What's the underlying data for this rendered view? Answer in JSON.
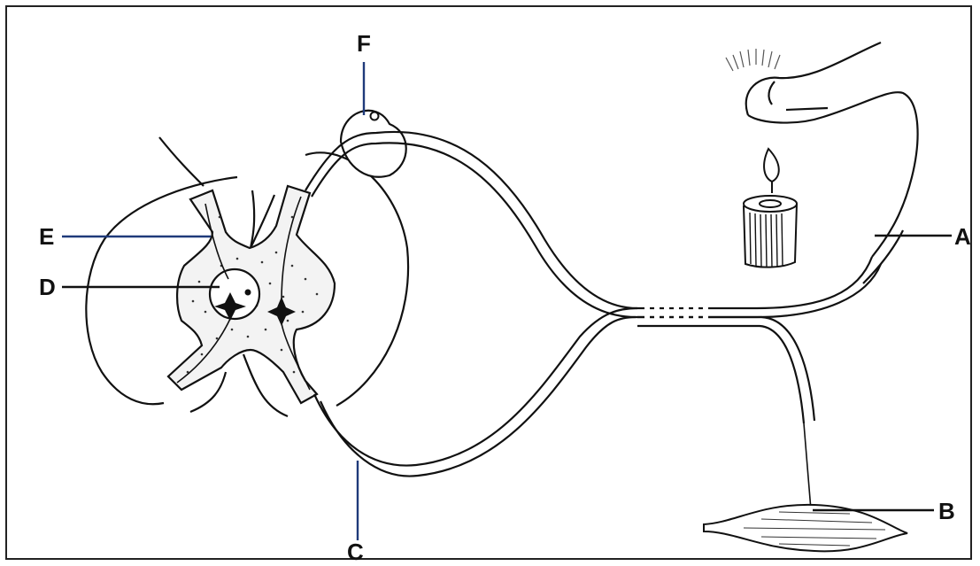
{
  "diagram": {
    "labels": {
      "A": "A",
      "B": "B",
      "C": "C",
      "D": "D",
      "E": "E",
      "F": "F"
    },
    "colors": {
      "ink": "#111111",
      "leader_blue": "#1f3a7a",
      "grey_matter_fill": "#f3f3f3"
    }
  }
}
